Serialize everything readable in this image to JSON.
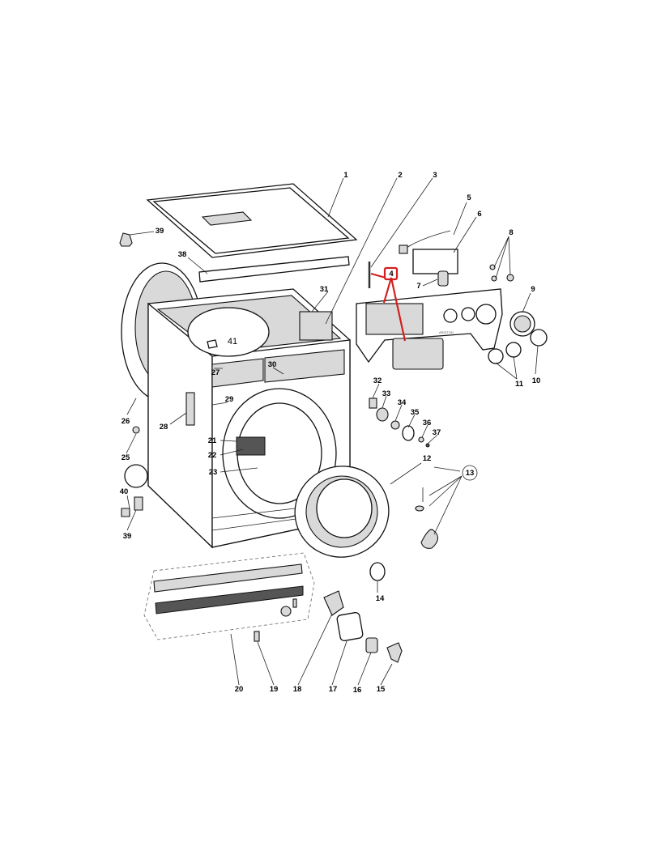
{
  "diagram": {
    "title": "Washing machine exploded parts view",
    "panel_brand": "ARISTON",
    "highlight_color": "#d31f1f",
    "highlighted_part": "4",
    "callouts": {
      "c1": "1",
      "c2": "2",
      "c3": "3",
      "c4": "4",
      "c5": "5",
      "c6": "6",
      "c7": "7",
      "c8": "8",
      "c9": "9",
      "c10": "10",
      "c11": "11",
      "c12": "12",
      "c13": "13",
      "c14": "14",
      "c15": "15",
      "c16": "16",
      "c17": "17",
      "c18": "18",
      "c19": "19",
      "c20": "20",
      "c21": "21",
      "c22": "22",
      "c23": "23",
      "c25": "25",
      "c26": "26",
      "c27": "27",
      "c28": "28",
      "c29": "29",
      "c30": "30",
      "c31": "31",
      "c32": "32",
      "c33": "33",
      "c34": "34",
      "c35": "35",
      "c36": "36",
      "c37": "37",
      "c38": "38",
      "c39a": "39",
      "c39b": "39",
      "c40": "40",
      "c41": "41"
    }
  }
}
